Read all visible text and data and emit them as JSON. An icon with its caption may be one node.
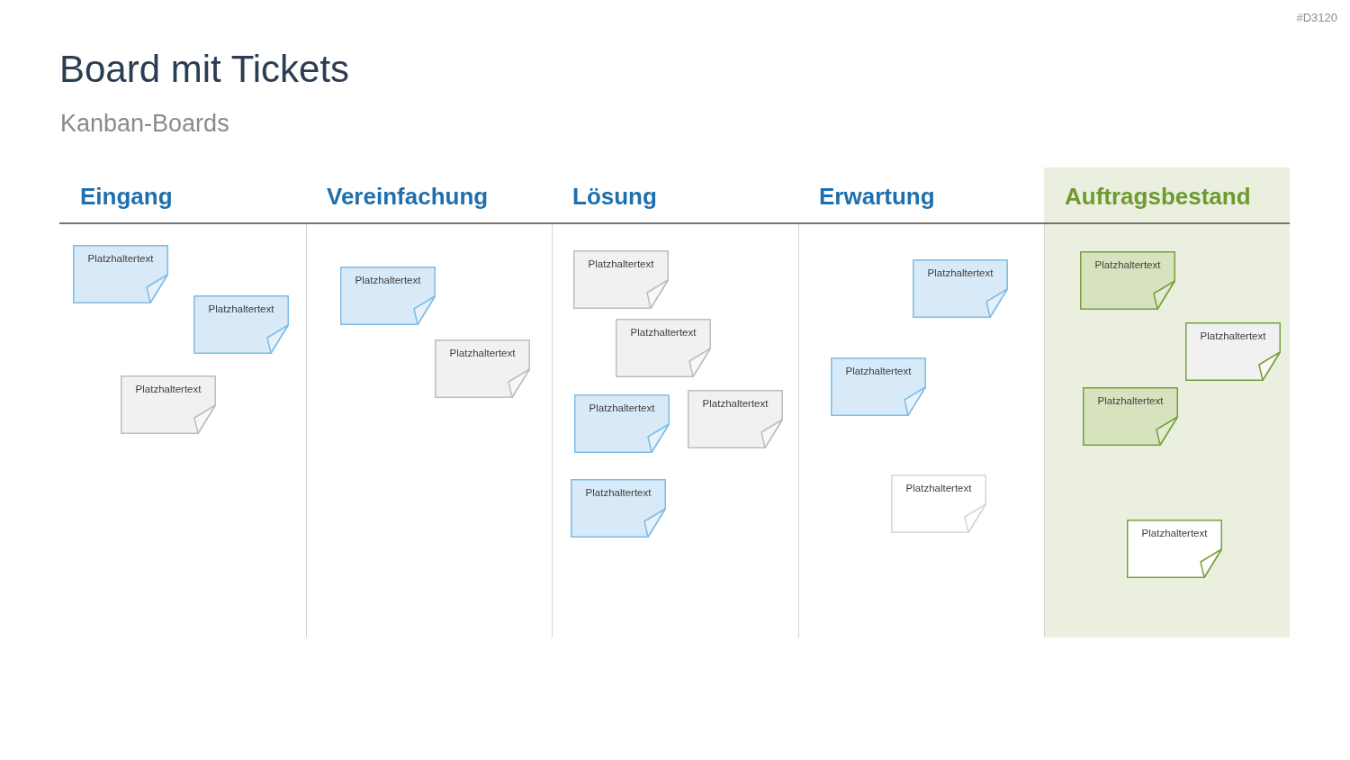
{
  "diagram": {
    "title": "Board mit Tickets",
    "nodes": [
      {
        "text": [
          "Eingang"
        ]
      },
      {
        "text": [
          "Platzhaltertext"
        ],
        "in": 0
      },
      {
        "text": [
          "Platzhaltertext"
        ],
        "in": 0
      },
      {
        "text": [
          "Platzhaltertext"
        ],
        "in": 0
      },
      {
        "text": [
          "Vereinfachung"
        ]
      },
      {
        "text": [
          "Platzhaltertext"
        ],
        "in": 4
      },
      {
        "text": [
          "Platzhaltertext"
        ],
        "in": 4
      },
      {
        "text": [
          "Lösung"
        ]
      },
      {
        "text": [
          "Platzhaltertext"
        ],
        "in": 7
      },
      {
        "text": [
          "Platzhaltertext"
        ],
        "in": 7
      },
      {
        "text": [
          "Platzhaltertext"
        ],
        "in": 7
      },
      {
        "text": [
          "Platzhaltertext"
        ],
        "in": 7
      },
      {
        "text": [
          "Platzhaltertext"
        ],
        "in": 7
      },
      {
        "text": [
          "Erwartung"
        ]
      },
      {
        "text": [
          "Platzhaltertext"
        ],
        "in": 13
      },
      {
        "text": [
          "Platzhaltertext"
        ],
        "in": 13
      },
      {
        "text": [
          "Platzhaltertext"
        ],
        "in": 13
      },
      {
        "text": [
          "Auftragsbestand"
        ]
      },
      {
        "text": [
          "Platzhaltertext"
        ],
        "in": 17
      },
      {
        "text": [
          "Platzhaltertext"
        ],
        "in": 17
      },
      {
        "text": [
          "Platzhaltertext"
        ],
        "in": 17
      },
      {
        "text": [
          "Platzhaltertext"
        ],
        "in": 17
      }
    ],
    "labels": [
      "#D3120",
      "Kanban-Boards"
    ]
  }
}
